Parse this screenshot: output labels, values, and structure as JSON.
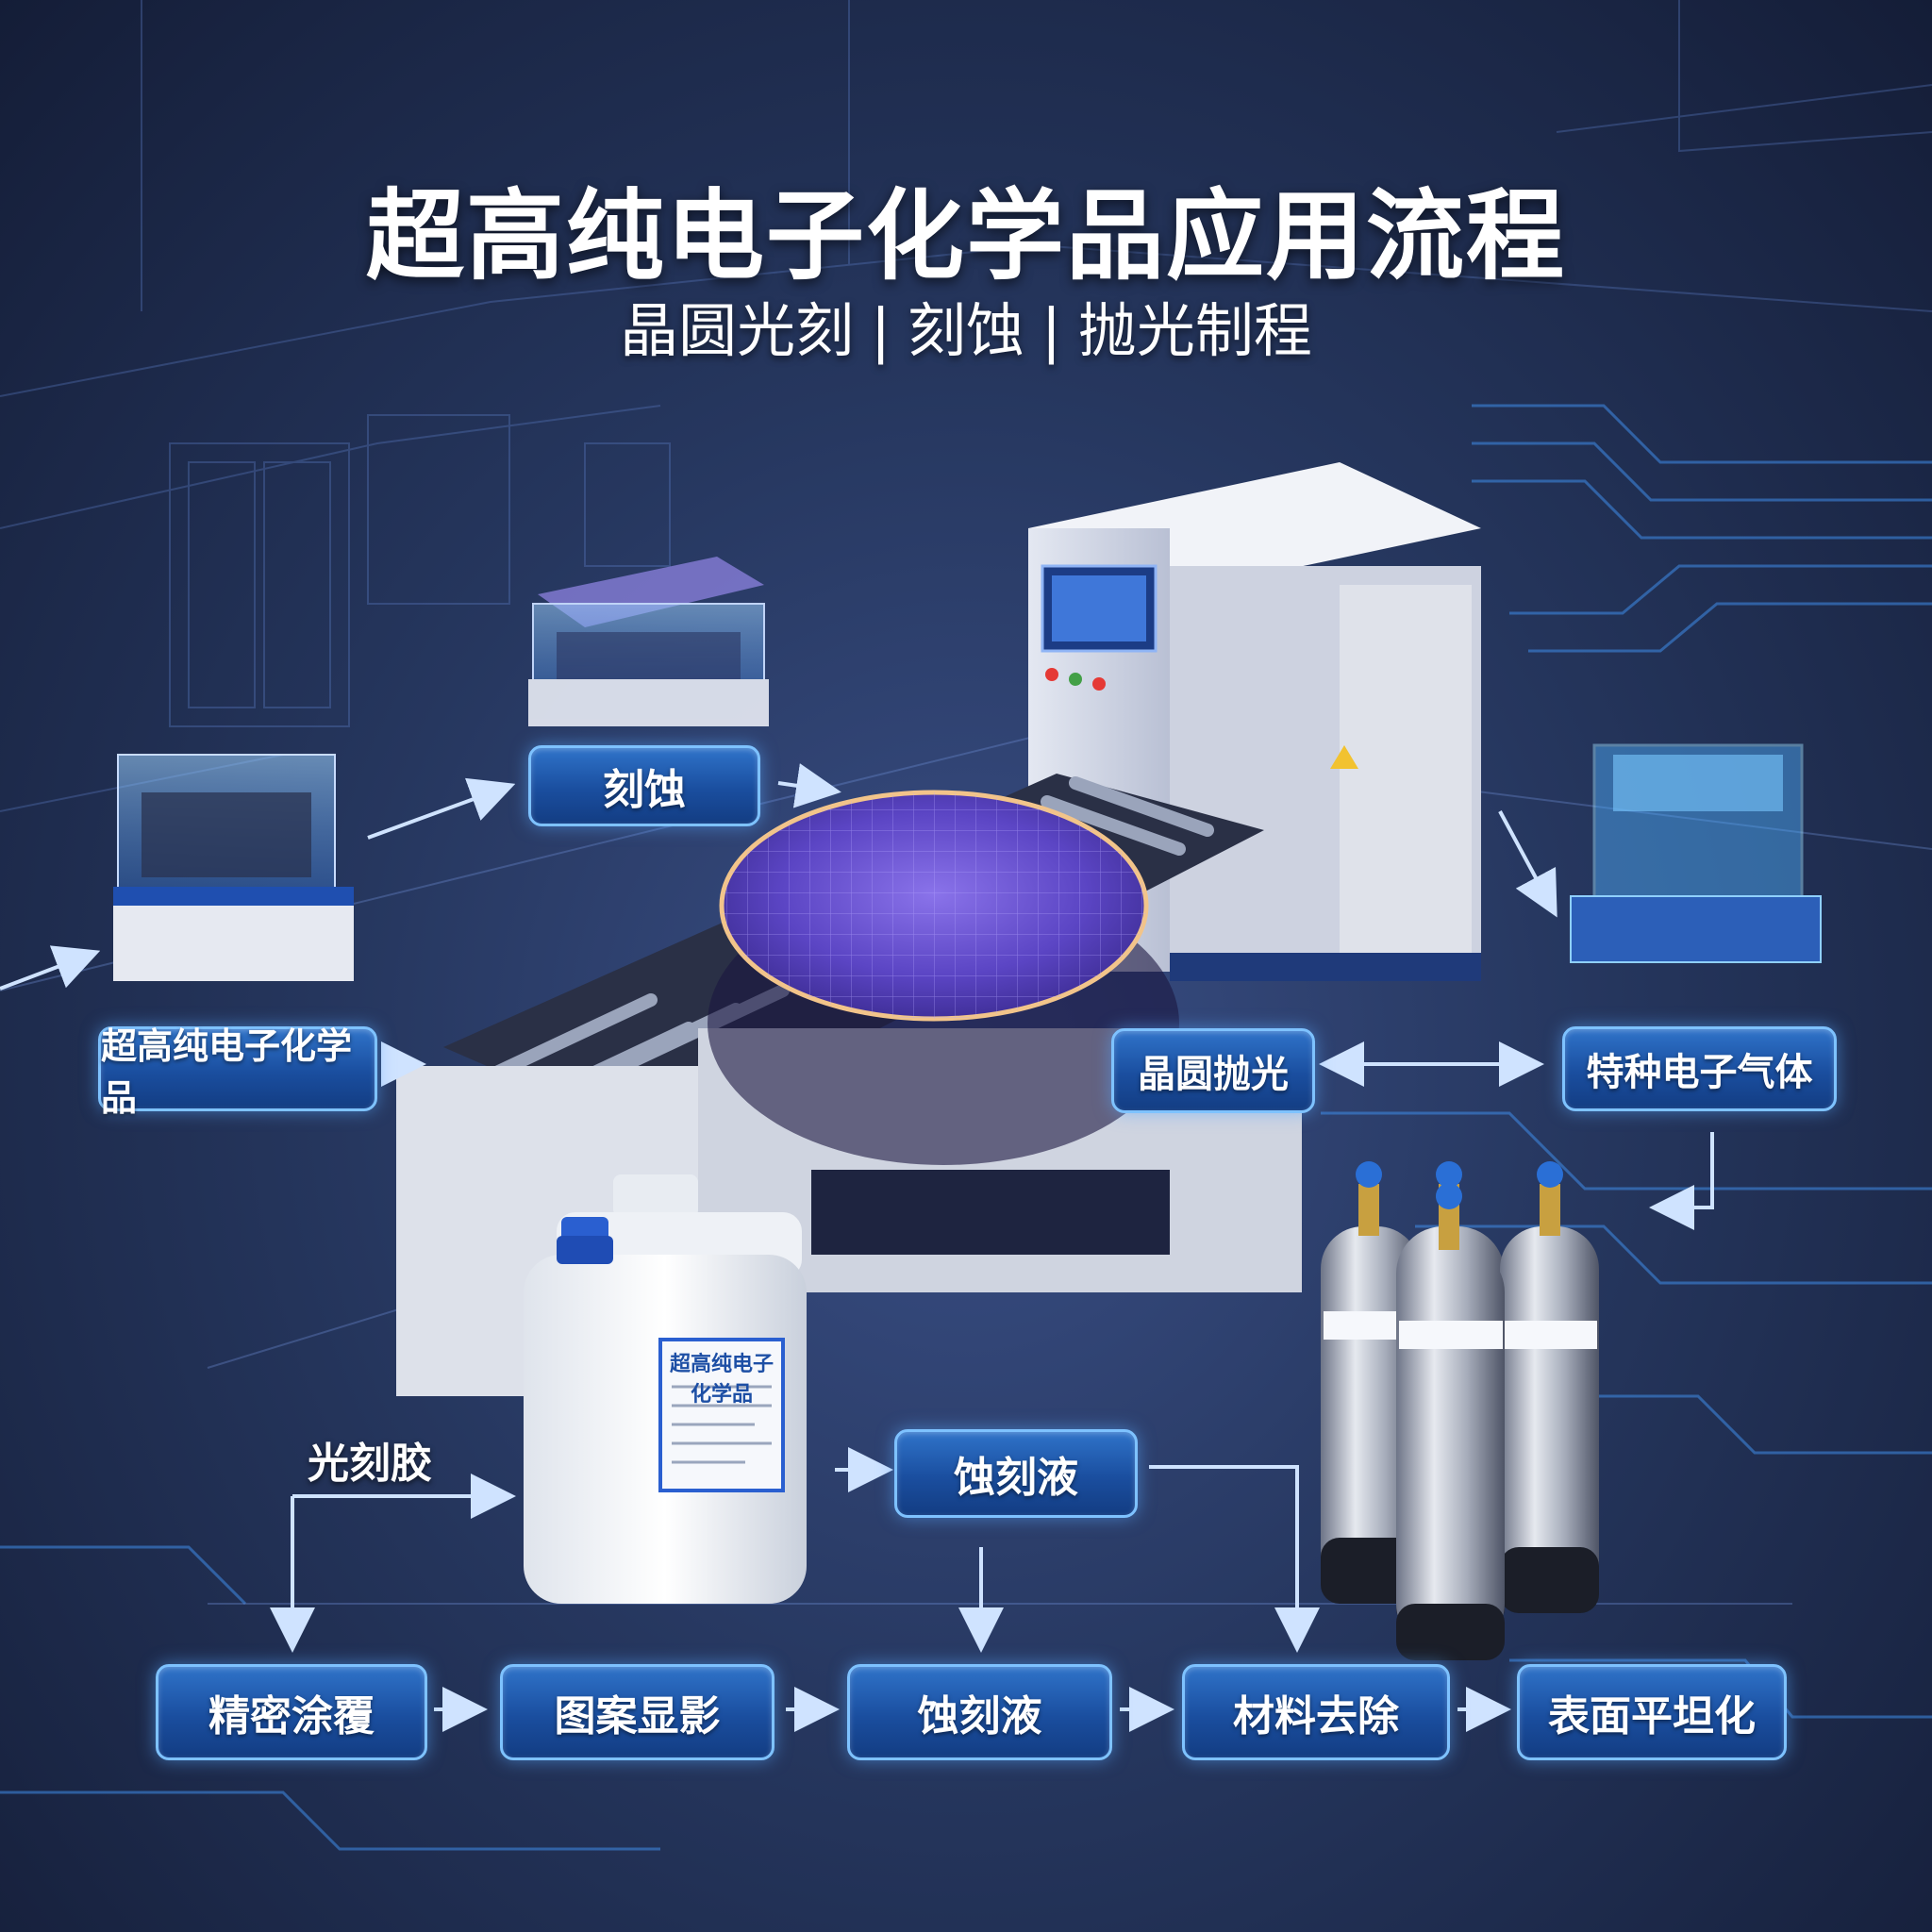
{
  "title": "超高纯电子化学品应用流程",
  "subtitle": {
    "part1": "晶圆光刻",
    "separator": "|",
    "part2": "刻蚀",
    "part3": "抛光制程"
  },
  "nodes": {
    "etching": "刻蚀",
    "ultra_pure_chem": "超高纯电子化学品",
    "wafer_polish": "晶圆抛光",
    "special_gas": "特种电子气体",
    "etchant_mid": "蚀刻液",
    "photoresist": "光刻胶"
  },
  "process_steps": [
    "精密涂覆",
    "图案显影",
    "蚀刻液",
    "材料去除",
    "表面平坦化"
  ],
  "jug_label": "超高纯电子化学品",
  "colors": {
    "node_fill": "#1a4e9f",
    "node_border": "#7ec2ff",
    "arrow": "#cfe3ff",
    "wafer": "#6a4fd6",
    "background": "#26375f"
  }
}
